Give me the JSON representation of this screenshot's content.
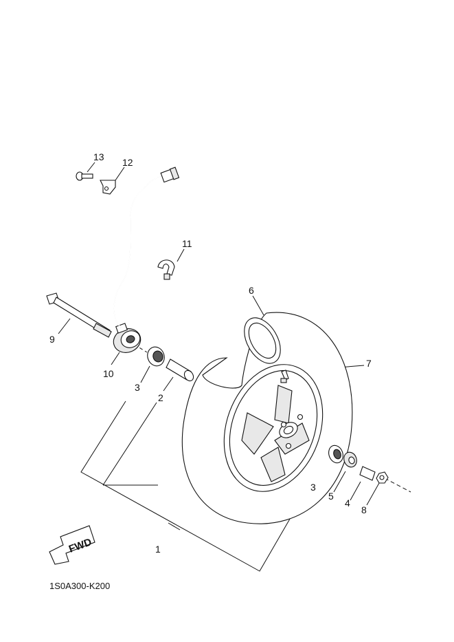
{
  "diagram": {
    "reference_code": "1S0A300-K200",
    "fwd_label": "FWD",
    "parts": [
      {
        "number": "1"
      },
      {
        "number": "2"
      },
      {
        "number": "3"
      },
      {
        "number": "3"
      },
      {
        "number": "4"
      },
      {
        "number": "5"
      },
      {
        "number": "6"
      },
      {
        "number": "7"
      },
      {
        "number": "8"
      },
      {
        "number": "9"
      },
      {
        "number": "10"
      },
      {
        "number": "11"
      },
      {
        "number": "12"
      },
      {
        "number": "13"
      }
    ]
  }
}
